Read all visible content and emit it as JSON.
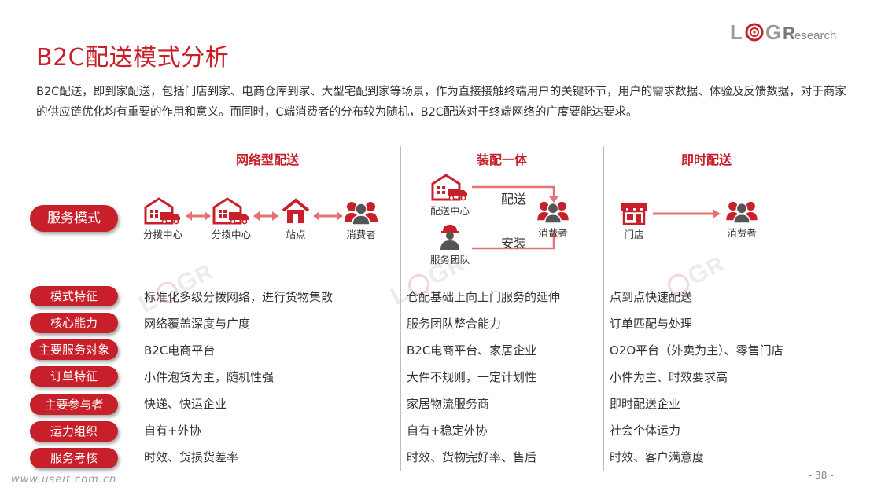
{
  "title": "B2C配送模式分析",
  "logo": {
    "text_l": "L",
    "text_o": "O",
    "text_g": "G",
    "text_r": "R",
    "text_rest": "esearch"
  },
  "intro": "B2C配送，即到家配送，包括门店到家、电商仓库到家、大型宅配到家等场景，作为直接接触终端用户的关键环节，用户的需求数据、体验及反馈数据，对于商家的供应链优化均有重要的作用和意义。而同时，C端消费者的分布较为随机，B2C配送对于终端网络的广度要能达要求。",
  "columns": [
    "网络型配送",
    "装配一体",
    "即时配送"
  ],
  "service_mode_label": "服务模式",
  "diagrams": {
    "network": [
      "分拨中心",
      "分拨中心",
      "站点",
      "消费者"
    ],
    "assembly": {
      "dc": "配送中心",
      "team": "服务团队",
      "consumer": "消费者",
      "deliver": "配送",
      "install": "安装"
    },
    "instant": {
      "store": "门店",
      "consumer": "消费者"
    }
  },
  "rows": [
    {
      "label": "模式特征",
      "values": [
        "标准化多级分拨网络，进行货物集散",
        "仓配基础上向上门服务的延伸",
        "点到点快速配送"
      ]
    },
    {
      "label": "核心能力",
      "values": [
        "网络覆盖深度与广度",
        "服务团队整合能力",
        "订单匹配与处理"
      ]
    },
    {
      "label": "主要服务对象",
      "values": [
        "B2C电商平台",
        "B2C电商平台、家居企业",
        "O2O平台（外卖为主）、零售门店"
      ]
    },
    {
      "label": "订单特征",
      "values": [
        "小件泡货为主，随机性强",
        "大件不规则，一定计划性",
        "小件为主、时效要求高"
      ]
    },
    {
      "label": "主要参与者",
      "values": [
        "快递、快运企业",
        "家居物流服务商",
        "即时配送企业"
      ]
    },
    {
      "label": "运力组织",
      "values": [
        "自有+外协",
        "自有+稳定外协",
        "社会个体运力"
      ]
    },
    {
      "label": "服务考核",
      "values": [
        "时效、货损货差率",
        "时效、货物完好率、售后",
        "时效、客户满意度"
      ]
    }
  ],
  "footer_url": "www.useit.com.cn",
  "page_number": "- 38 -",
  "colors": {
    "accent": "#c8202a",
    "pink": "#e57373",
    "gray": "#999999"
  },
  "icons": [
    "warehouse-truck-icon",
    "store-icon",
    "consumers-icon",
    "worker-icon",
    "double-arrow-icon",
    "arrow-right-icon"
  ]
}
